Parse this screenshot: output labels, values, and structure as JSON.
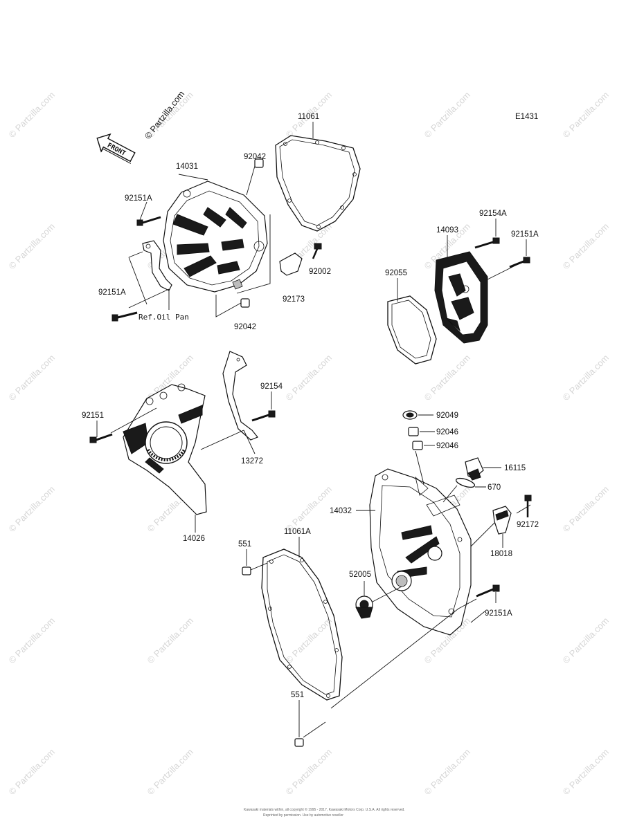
{
  "diagram_code": "E1431",
  "watermark": "© Partzilla.com",
  "front_label": "FRONT",
  "ref_note": "Ref.Oil Pan",
  "copyright_line1": "Kawasaki materials within, all copyright © 1995 - 2017, Kawasaki Motors Corp. U.S.A. All rights reserved.",
  "copyright_line2": "Reprinted by permission. Use by automotive reseller",
  "callouts": {
    "p11061": "11061",
    "p14031": "14031",
    "p92042_top": "92042",
    "p92151A_left_top": "92151A",
    "p92002": "92002",
    "p92173": "92173",
    "p92151A_left_bottom": "92151A",
    "p92042_bottom": "92042",
    "p14093": "14093",
    "p92154A": "92154A",
    "p92151A_right": "92151A",
    "p92055": "92055",
    "p92154": "92154",
    "p92151": "92151",
    "p13272": "13272",
    "p14026": "14026",
    "p92049": "92049",
    "p92046_a": "92046",
    "p92046_b": "92046",
    "p16115": "16115",
    "p670": "670",
    "p14032": "14032",
    "p92172": "92172",
    "p18018": "18018",
    "p551_top": "551",
    "p11061A": "11061A",
    "p52005": "52005",
    "p92151A_bottom": "92151A",
    "p551_bottom": "551"
  }
}
